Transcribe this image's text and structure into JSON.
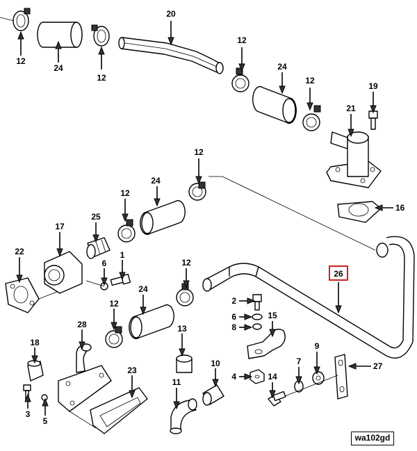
{
  "callouts": [
    {
      "id": "c-12-a",
      "label": "12"
    },
    {
      "id": "c-24-a",
      "label": "24"
    },
    {
      "id": "c-12-b",
      "label": "12"
    },
    {
      "id": "c-20",
      "label": "20"
    },
    {
      "id": "c-12-c",
      "label": "12"
    },
    {
      "id": "c-24-b",
      "label": "24"
    },
    {
      "id": "c-12-d",
      "label": "12"
    },
    {
      "id": "c-19",
      "label": "19"
    },
    {
      "id": "c-21",
      "label": "21"
    },
    {
      "id": "c-16",
      "label": "16"
    },
    {
      "id": "c-12-e",
      "label": "12"
    },
    {
      "id": "c-24-c",
      "label": "24"
    },
    {
      "id": "c-12-f",
      "label": "12"
    },
    {
      "id": "c-25",
      "label": "25"
    },
    {
      "id": "c-17",
      "label": "17"
    },
    {
      "id": "c-22",
      "label": "22"
    },
    {
      "id": "c-6-a",
      "label": "6"
    },
    {
      "id": "c-1",
      "label": "1"
    },
    {
      "id": "c-12-g",
      "label": "12"
    },
    {
      "id": "c-24-d",
      "label": "24"
    },
    {
      "id": "c-12-h",
      "label": "12"
    },
    {
      "id": "c-26",
      "label": "26"
    },
    {
      "id": "c-2",
      "label": "2"
    },
    {
      "id": "c-6-b",
      "label": "6"
    },
    {
      "id": "c-8",
      "label": "8"
    },
    {
      "id": "c-15",
      "label": "15"
    },
    {
      "id": "c-28",
      "label": "28"
    },
    {
      "id": "c-13",
      "label": "13"
    },
    {
      "id": "c-18",
      "label": "18"
    },
    {
      "id": "c-23",
      "label": "23"
    },
    {
      "id": "c-9",
      "label": "9"
    },
    {
      "id": "c-27",
      "label": "27"
    },
    {
      "id": "c-7",
      "label": "7"
    },
    {
      "id": "c-10",
      "label": "10"
    },
    {
      "id": "c-11",
      "label": "11"
    },
    {
      "id": "c-4",
      "label": "4"
    },
    {
      "id": "c-14",
      "label": "14"
    },
    {
      "id": "c-3",
      "label": "3"
    },
    {
      "id": "c-5",
      "label": "5"
    }
  ],
  "highlighted_callout": "26",
  "highlight_color": "#d11f1f",
  "drawing_code": "wa102gd"
}
